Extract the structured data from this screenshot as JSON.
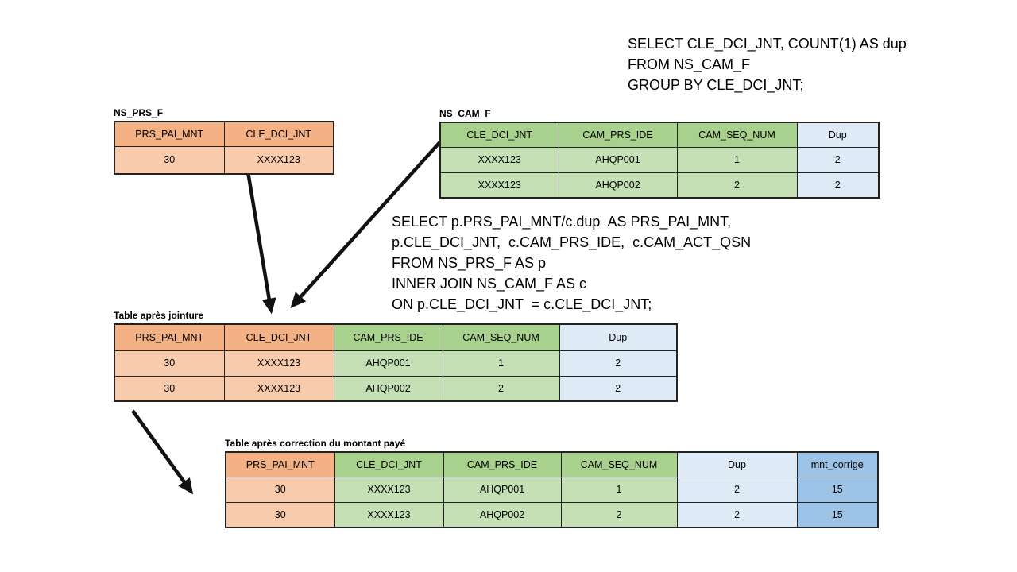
{
  "colors": {
    "slide_bg": "#FFFFFF",
    "orange_header": "#F4B183",
    "orange_cell": "#F8CBAD",
    "green_header": "#A9D18E",
    "green_cell": "#C5E0B4",
    "blue_light": "#DEEBF7",
    "blue_medium": "#9DC3E6",
    "border": "#222222",
    "arrow": "#111111"
  },
  "queries": {
    "group_by": {
      "lines": [
        "SELECT CLE_DCI_JNT, COUNT(1) AS dup",
        "FROM NS_CAM_F",
        "GROUP BY CLE_DCI_JNT;"
      ]
    },
    "join": {
      "lines": [
        "SELECT p.PRS_PAI_MNT/c.dup  AS PRS_PAI_MNT,",
        "p.CLE_DCI_JNT,  c.CAM_PRS_IDE,  c.CAM_ACT_QSN",
        "FROM NS_PRS_F AS p",
        "INNER JOIN NS_CAM_F AS c",
        "ON p.CLE_DCI_JNT  = c.CLE_DCI_JNT;"
      ]
    }
  },
  "tables": {
    "ns_prs_f": {
      "title": "NS_PRS_F",
      "columns": [
        "PRS_PAI_MNT",
        "CLE_DCI_JNT"
      ],
      "rows": [
        [
          "30",
          "XXXX123"
        ]
      ]
    },
    "ns_cam_f": {
      "title": "NS_CAM_F",
      "columns": [
        "CLE_DCI_JNT",
        "CAM_PRS_IDE",
        "CAM_SEQ_NUM",
        "Dup"
      ],
      "rows": [
        [
          "XXXX123",
          "AHQP001",
          "1",
          "2"
        ],
        [
          "XXXX123",
          "AHQP002",
          "2",
          "2"
        ]
      ]
    },
    "join_result": {
      "title": "Table après jointure",
      "columns": [
        "PRS_PAI_MNT",
        "CLE_DCI_JNT",
        "CAM_PRS_IDE",
        "CAM_SEQ_NUM",
        "Dup"
      ],
      "rows": [
        [
          "30",
          "XXXX123",
          "AHQP001",
          "1",
          "2"
        ],
        [
          "30",
          "XXXX123",
          "AHQP002",
          "2",
          "2"
        ]
      ]
    },
    "corrected": {
      "title": "Table après correction du montant payé",
      "columns": [
        "PRS_PAI_MNT",
        "CLE_DCI_JNT",
        "CAM_PRS_IDE",
        "CAM_SEQ_NUM",
        "Dup",
        "mnt_corrige"
      ],
      "rows": [
        [
          "30",
          "XXXX123",
          "AHQP001",
          "1",
          "2",
          "15"
        ],
        [
          "30",
          "XXXX123",
          "AHQP002",
          "2",
          "2",
          "15"
        ]
      ]
    }
  }
}
